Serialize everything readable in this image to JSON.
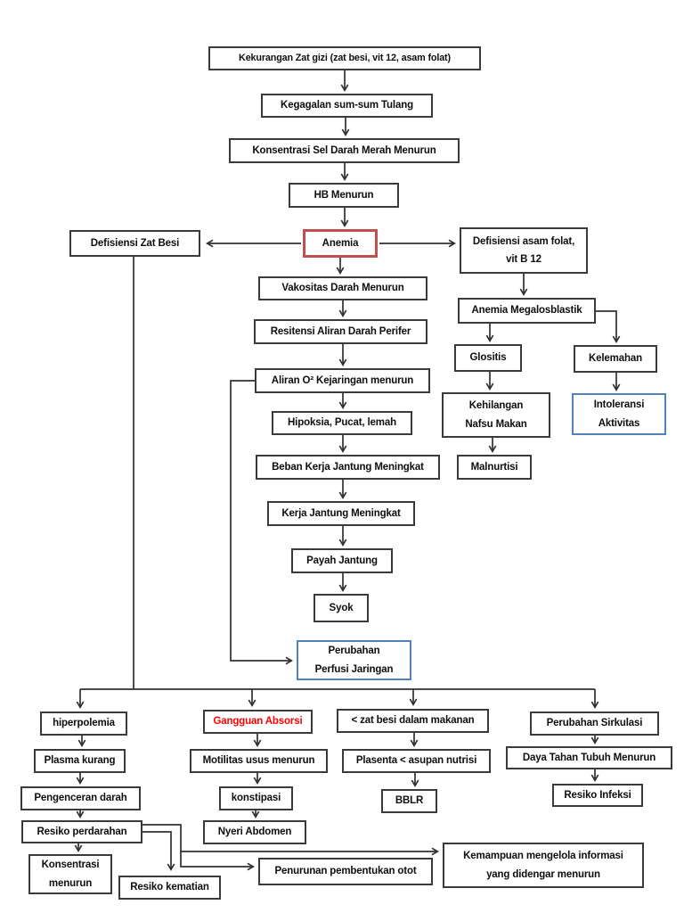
{
  "diagram_title": "Kekurangan Zat gizi (zat besi, vit 12, asam folat)",
  "colors": {
    "box_border": "#3b3b3b",
    "accent_red_border": "#c0504d",
    "accent_blue_border": "#4f81bd",
    "alert_text_red": "#ff0000",
    "connector": "#303030",
    "background": "#ffffff"
  },
  "nodes": {
    "n01": {
      "label": "Kekurangan Zat gizi (zat besi, vit 12, asam folat)",
      "style": "default"
    },
    "n02": {
      "label": "Kegagalan sum-sum Tulang",
      "style": "default"
    },
    "n03": {
      "label": "Konsentrasi Sel Darah Merah Menurun",
      "style": "default"
    },
    "n04": {
      "label": "HB Menurun",
      "style": "default"
    },
    "n05": {
      "label": "Anemia",
      "style": "red-border"
    },
    "n06": {
      "label": "Defisiensi Zat Besi",
      "style": "default"
    },
    "n07": {
      "label": "Defisiensi asam folat,\nvit B 12",
      "style": "default"
    },
    "n08": {
      "label": "Vakositas Darah Menurun",
      "style": "default"
    },
    "n09": {
      "label": "Anemia Megalosblastik",
      "style": "default"
    },
    "n10": {
      "label": "Resitensi Aliran Darah Perifer",
      "style": "default"
    },
    "n11": {
      "label": "Glositis",
      "style": "default"
    },
    "n12": {
      "label": "Kelemahan",
      "style": "default"
    },
    "n13": {
      "label": "Aliran O² Kejaringan menurun",
      "style": "default"
    },
    "n14": {
      "label": "Kehilangan\nNafsu Makan",
      "style": "default"
    },
    "n15": {
      "label": "Intoleransi\nAktivitas",
      "style": "blue-border"
    },
    "n16": {
      "label": "Hipoksia, Pucat, lemah",
      "style": "default"
    },
    "n17": {
      "label": "Beban Kerja Jantung Meningkat",
      "style": "default"
    },
    "n18": {
      "label": "Malnurtisi",
      "style": "default"
    },
    "n19": {
      "label": "Kerja Jantung Meningkat",
      "style": "default"
    },
    "n20": {
      "label": "Payah Jantung",
      "style": "default"
    },
    "n21": {
      "label": "Syok",
      "style": "default"
    },
    "n22": {
      "label": "Perubahan\nPerfusi Jaringan",
      "style": "blue-border"
    },
    "n23": {
      "label": "hiperpolemia",
      "style": "default"
    },
    "n24": {
      "label": "Gangguan Absorsi",
      "style": "red-text"
    },
    "n25": {
      "label": "< zat besi dalam makanan",
      "style": "default"
    },
    "n26": {
      "label": "Perubahan Sirkulasi",
      "style": "default"
    },
    "n27": {
      "label": "Plasma kurang",
      "style": "default"
    },
    "n28": {
      "label": "Motilitas usus menurun",
      "style": "default"
    },
    "n29": {
      "label": "Plasenta < asupan nutrisi",
      "style": "default"
    },
    "n30": {
      "label": "Daya Tahan Tubuh Menurun",
      "style": "default"
    },
    "n31": {
      "label": "Pengenceran darah",
      "style": "default"
    },
    "n32": {
      "label": "konstipasi",
      "style": "default"
    },
    "n33": {
      "label": "BBLR",
      "style": "default"
    },
    "n34": {
      "label": "Resiko Infeksi",
      "style": "default"
    },
    "n35": {
      "label": "Resiko perdarahan",
      "style": "default"
    },
    "n36": {
      "label": "Nyeri Abdomen",
      "style": "default"
    },
    "n37": {
      "label": "Konsentrasi\nmenurun",
      "style": "default"
    },
    "n38": {
      "label": "Resiko kematian",
      "style": "default"
    },
    "n39": {
      "label": "Penurunan pembentukan otot",
      "style": "default"
    },
    "n40": {
      "label": "Kemampuan mengelola informasi\nyang didengar menurun",
      "style": "default"
    }
  },
  "edges": [
    "n01->n02",
    "n02->n03",
    "n03->n04",
    "n04->n05",
    "n05->n06",
    "n05->n07",
    "n05->n08",
    "n08->n10",
    "n10->n13",
    "n13->n16",
    "n16->n17",
    "n17->n19",
    "n19->n20",
    "n20->n21",
    "n13->n22",
    "n07->n09",
    "n09->n11",
    "n09->n12",
    "n11->n14",
    "n14->n18",
    "n12->n15",
    "n06->n23",
    "n06->n24",
    "n06->n25",
    "n06->n26",
    "n23->n27",
    "n27->n31",
    "n31->n35",
    "n35->n37",
    "n35->n38",
    "n35->n39",
    "n35->n40",
    "n24->n28",
    "n28->n32",
    "n32->n36",
    "n25->n29",
    "n29->n33",
    "n26->n30",
    "n30->n34"
  ]
}
